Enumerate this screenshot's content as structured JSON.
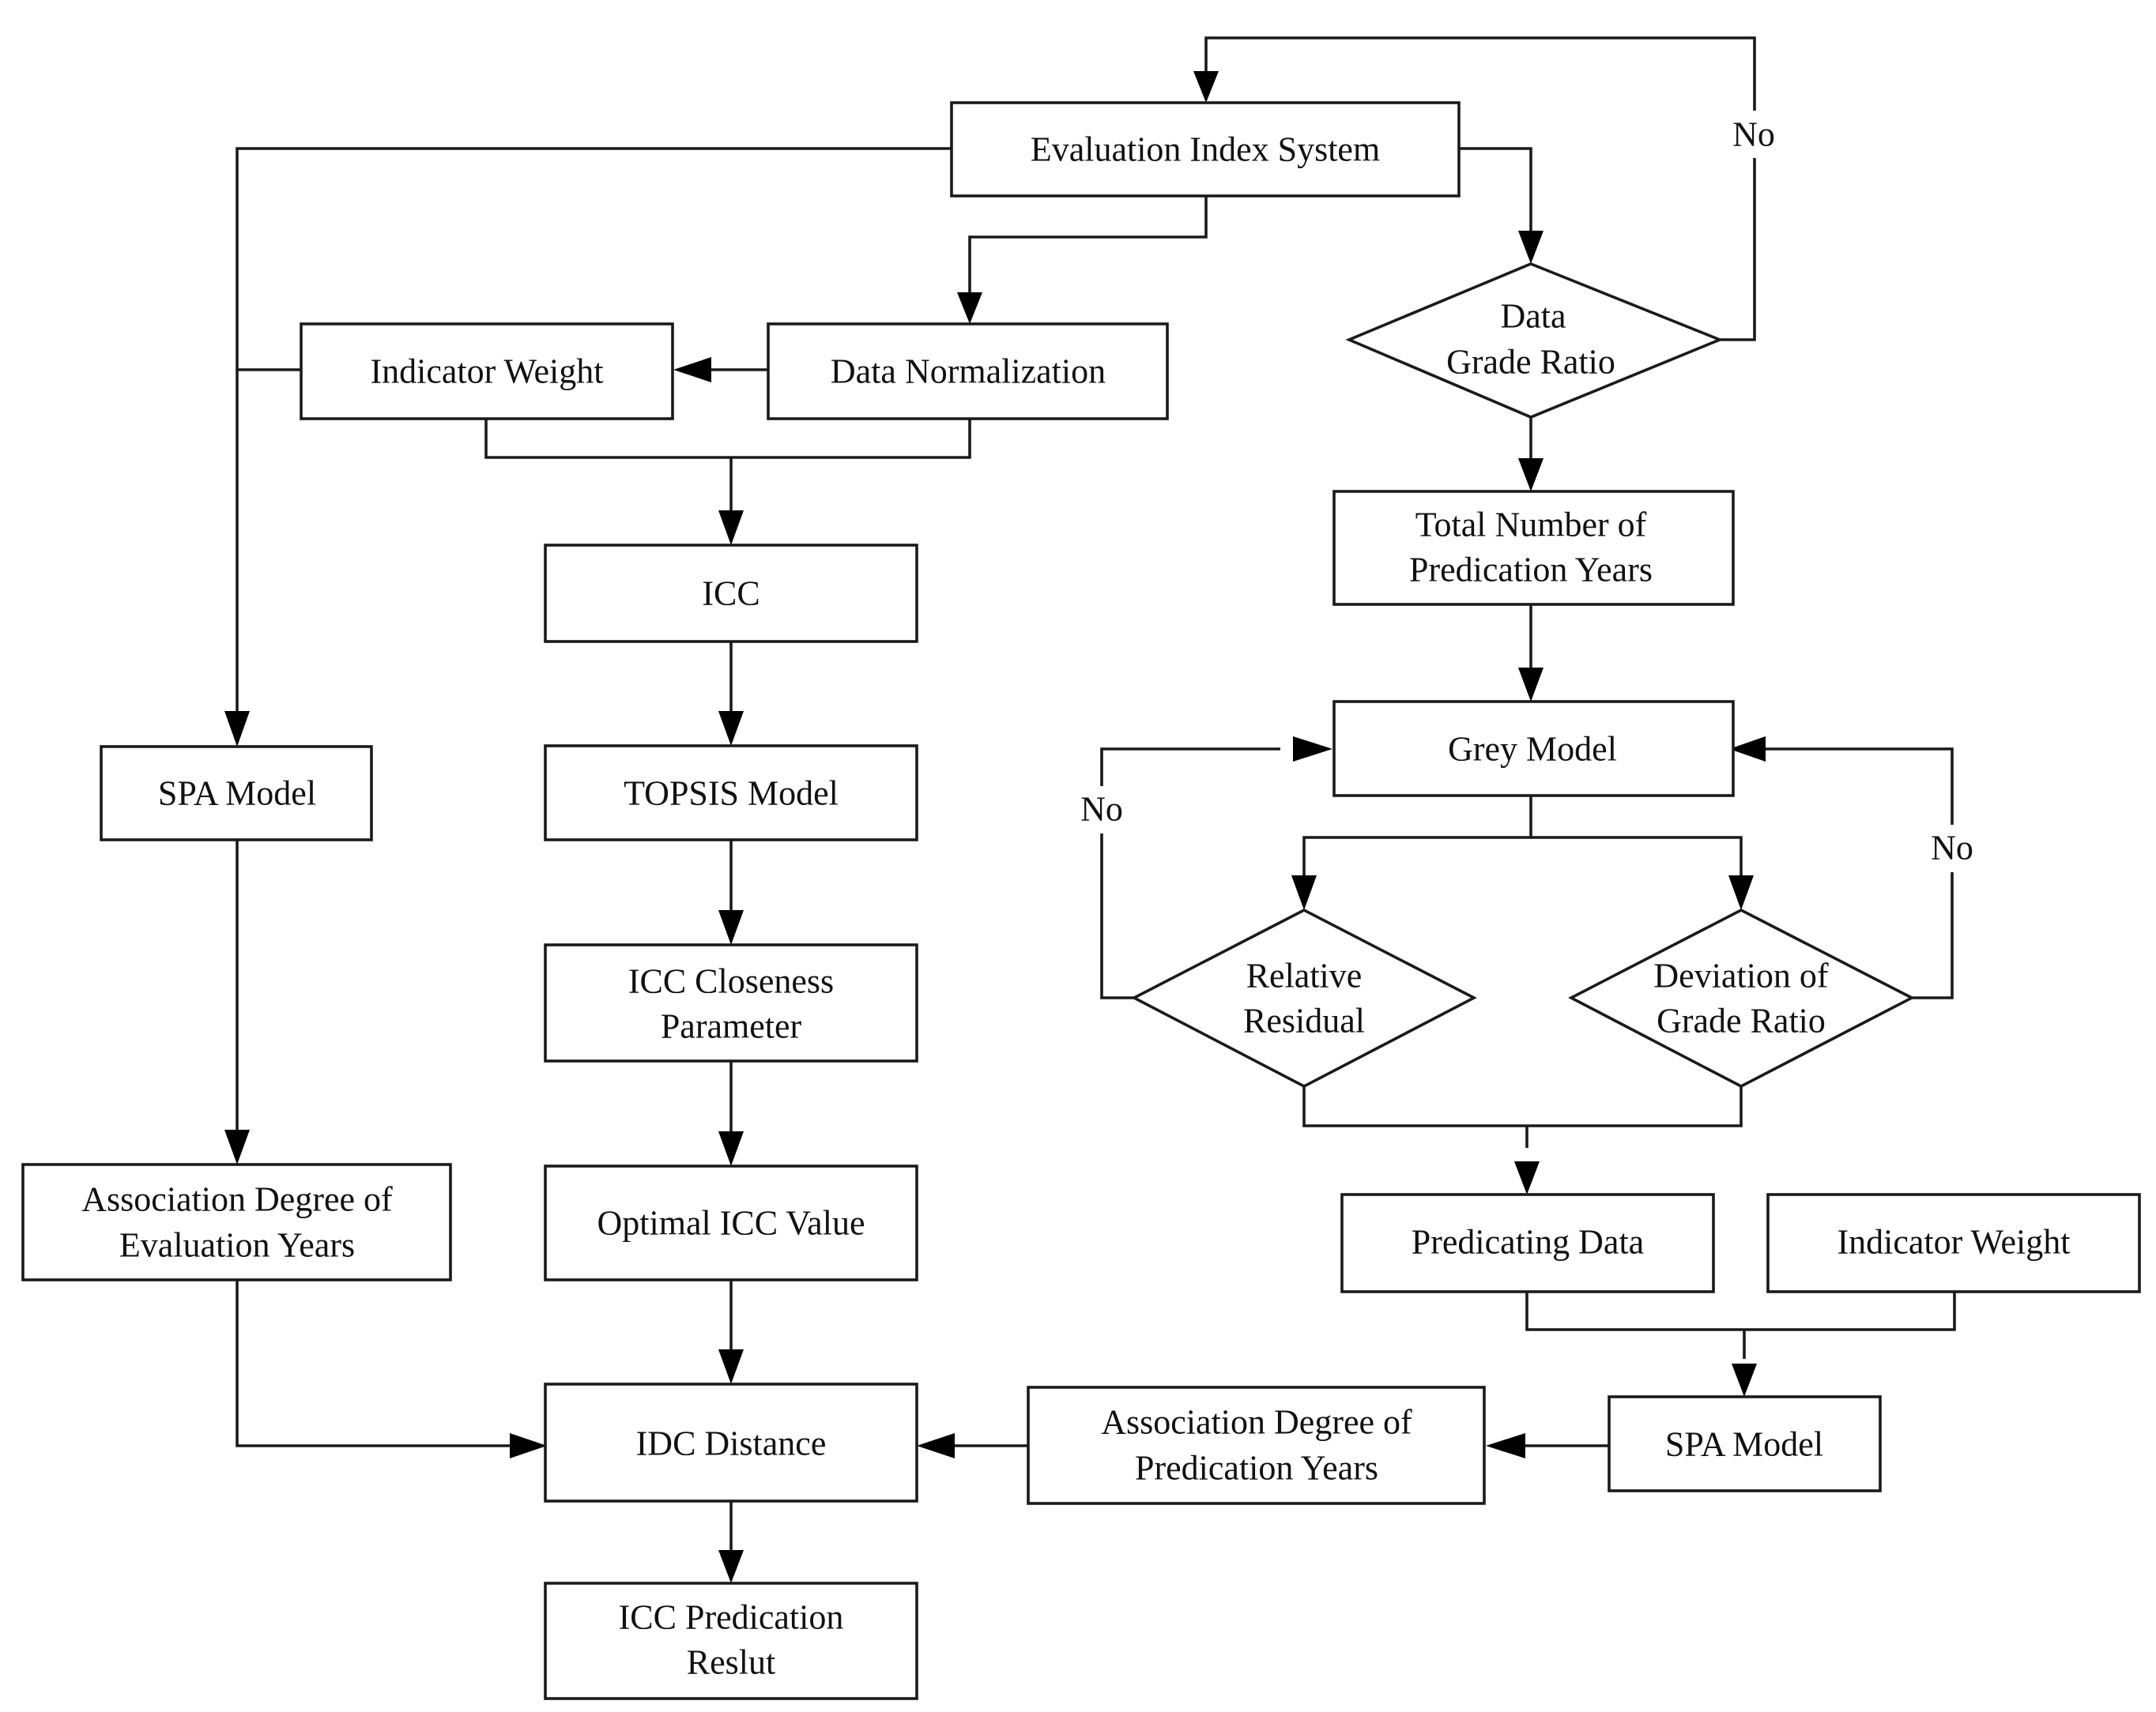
{
  "nodes": {
    "evaluation_index_system": "Evaluation Index System",
    "indicator_weight_left": "Indicator Weight",
    "data_normalization": "Data Normalization",
    "icc": "ICC",
    "topsis_model": "TOPSIS Model",
    "icc_closeness_1": "ICC Closeness",
    "icc_closeness_2": "Parameter",
    "optimal_icc_value": "Optimal ICC Value",
    "idc_distance": "IDC Distance",
    "icc_predication_result_1": "ICC Predication",
    "icc_predication_result_2": "Reslut",
    "spa_model_left": "SPA Model",
    "assoc_eval_1": "Association Degree of",
    "assoc_eval_2": "Evaluation Years",
    "data_grade_ratio_1": "Data",
    "data_grade_ratio_2": "Grade Ratio",
    "total_years_1": "Total Number of",
    "total_years_2": "Predication Years",
    "grey_model": "Grey Model",
    "relative_residual_1": "Relative",
    "relative_residual_2": "Residual",
    "deviation_1": "Deviation of",
    "deviation_2": "Grade Ratio",
    "predicating_data": "Predicating  Data",
    "indicator_weight_right": "Indicator Weight",
    "spa_model_right": "SPA Model",
    "assoc_pred_1": "Association Degree of",
    "assoc_pred_2": "Predication Years"
  },
  "labels": {
    "no_top": "No",
    "no_left": "No",
    "no_right": "No"
  }
}
